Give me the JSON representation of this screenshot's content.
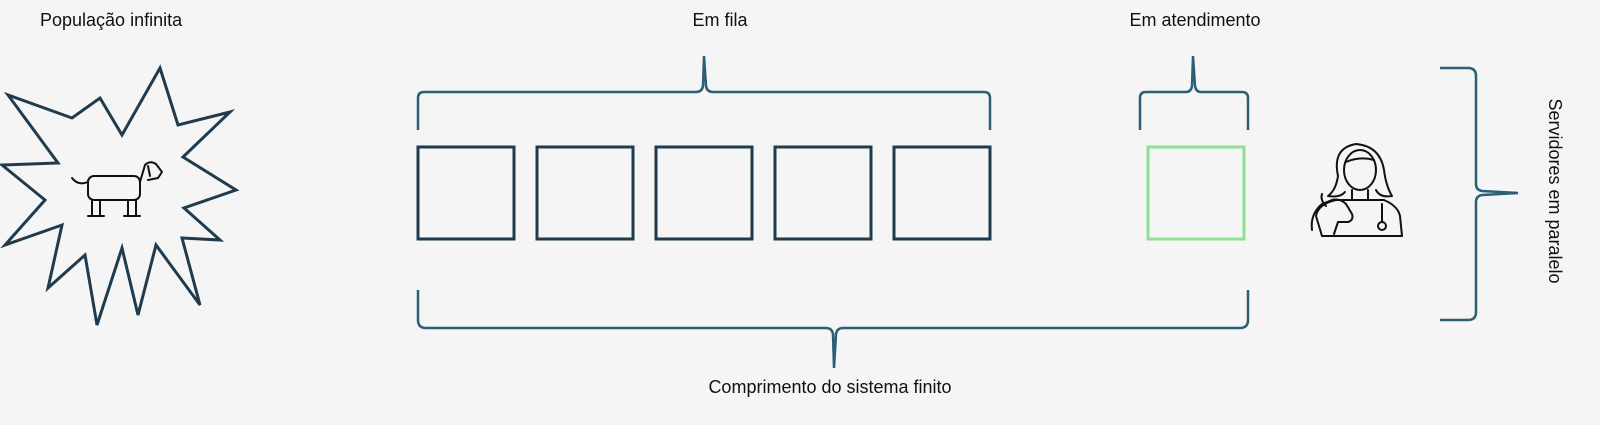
{
  "labels": {
    "population": "População infinita",
    "queue": "Em fila",
    "in_service": "Em atendimento",
    "system_length": "Comprimento do sistema finito",
    "parallel_servers": "Servidores em paralelo"
  },
  "queue": {
    "slots": 5
  },
  "service": {
    "slots": 1
  },
  "colors": {
    "queue_box": "#1f3b4d",
    "service_box": "#90e090",
    "brace": "#2c5f75",
    "background": "#f5f5f5"
  },
  "icons": {
    "population_burst": "starburst-icon",
    "animal": "dog-icon",
    "server": "veterinarian-icon"
  }
}
